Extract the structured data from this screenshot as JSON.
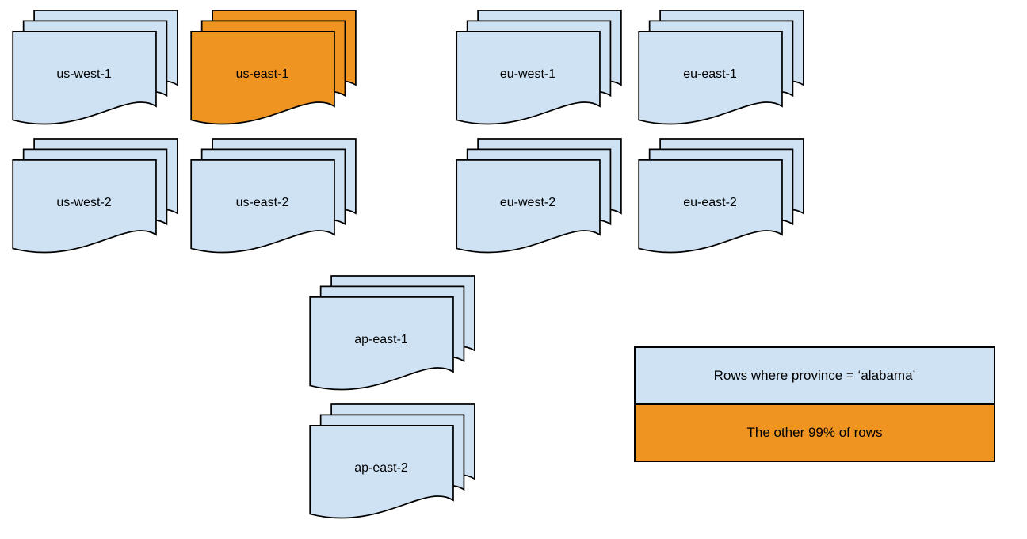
{
  "colors": {
    "blue": "#cfe2f3",
    "orange": "#ef9421",
    "stroke": "#000000"
  },
  "regions": [
    {
      "name": "us-west-1",
      "label": "us-west-1",
      "variant": "blue"
    },
    {
      "name": "us-east-1",
      "label": "us-east-1",
      "variant": "orange"
    },
    {
      "name": "eu-west-1",
      "label": "eu-west-1",
      "variant": "blue"
    },
    {
      "name": "eu-east-1",
      "label": "eu-east-1",
      "variant": "blue"
    },
    {
      "name": "us-west-2",
      "label": "us-west-2",
      "variant": "blue"
    },
    {
      "name": "us-east-2",
      "label": "us-east-2",
      "variant": "blue"
    },
    {
      "name": "eu-west-2",
      "label": "eu-west-2",
      "variant": "blue"
    },
    {
      "name": "eu-east-2",
      "label": "eu-east-2",
      "variant": "blue"
    },
    {
      "name": "ap-east-1",
      "label": "ap-east-1",
      "variant": "blue"
    },
    {
      "name": "ap-east-2",
      "label": "ap-east-2",
      "variant": "blue"
    }
  ],
  "legend": {
    "items": [
      {
        "label": "Rows where province = ‘alabama’",
        "variant": "blue"
      },
      {
        "label": "The other 99% of rows",
        "variant": "orange"
      }
    ]
  }
}
